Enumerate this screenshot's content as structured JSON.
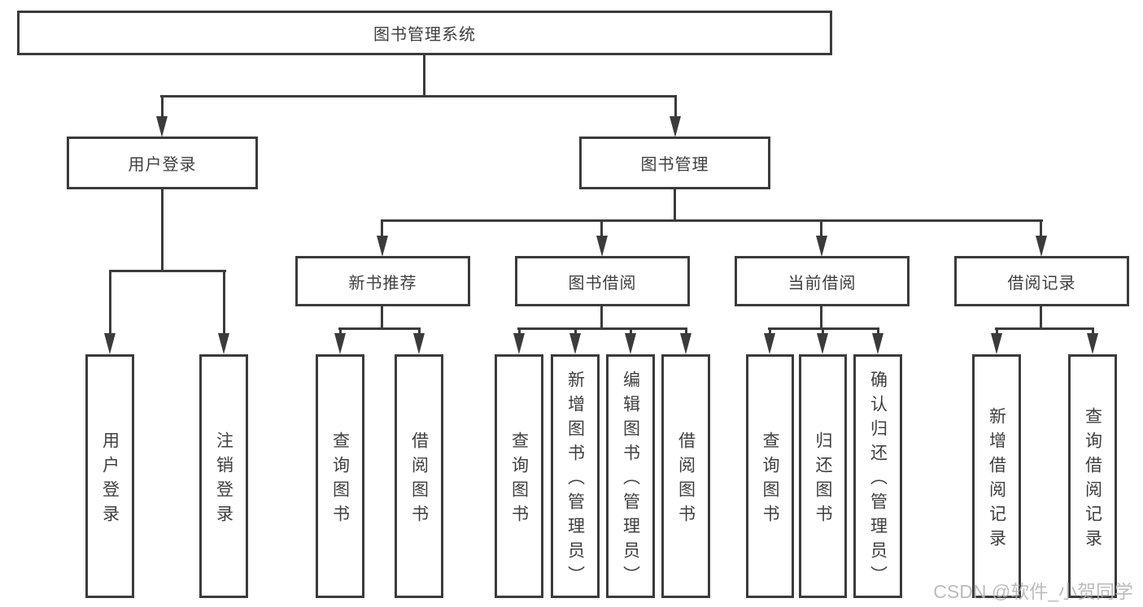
{
  "tree": {
    "root": {
      "label": "图书管理系统"
    },
    "branches": [
      {
        "label": "用户登录",
        "children": [
          {
            "label": "用户登录"
          },
          {
            "label": "注销登录"
          }
        ]
      },
      {
        "label": "图书管理",
        "children": [
          {
            "label": "新书推荐",
            "children": [
              {
                "label": "查询图书"
              },
              {
                "label": "借阅图书"
              }
            ]
          },
          {
            "label": "图书借阅",
            "children": [
              {
                "label": "查询图书"
              },
              {
                "label": "新增图书（管理员）"
              },
              {
                "label": "编辑图书（管理员）"
              },
              {
                "label": "借阅图书"
              }
            ]
          },
          {
            "label": "当前借阅",
            "children": [
              {
                "label": "查询图书"
              },
              {
                "label": "归还图书"
              },
              {
                "label": "确认归还（管理员）"
              }
            ]
          },
          {
            "label": "借阅记录",
            "children": [
              {
                "label": "新增借阅记录"
              },
              {
                "label": "查询借阅记录"
              }
            ]
          }
        ]
      }
    ]
  },
  "watermark": {
    "text": "CSDN @软件_小贺同学"
  },
  "colors": {
    "line": "#3b3b3b",
    "text": "#3f3f3f",
    "watermark": "#b5b5b5",
    "background": "#ffffff"
  }
}
